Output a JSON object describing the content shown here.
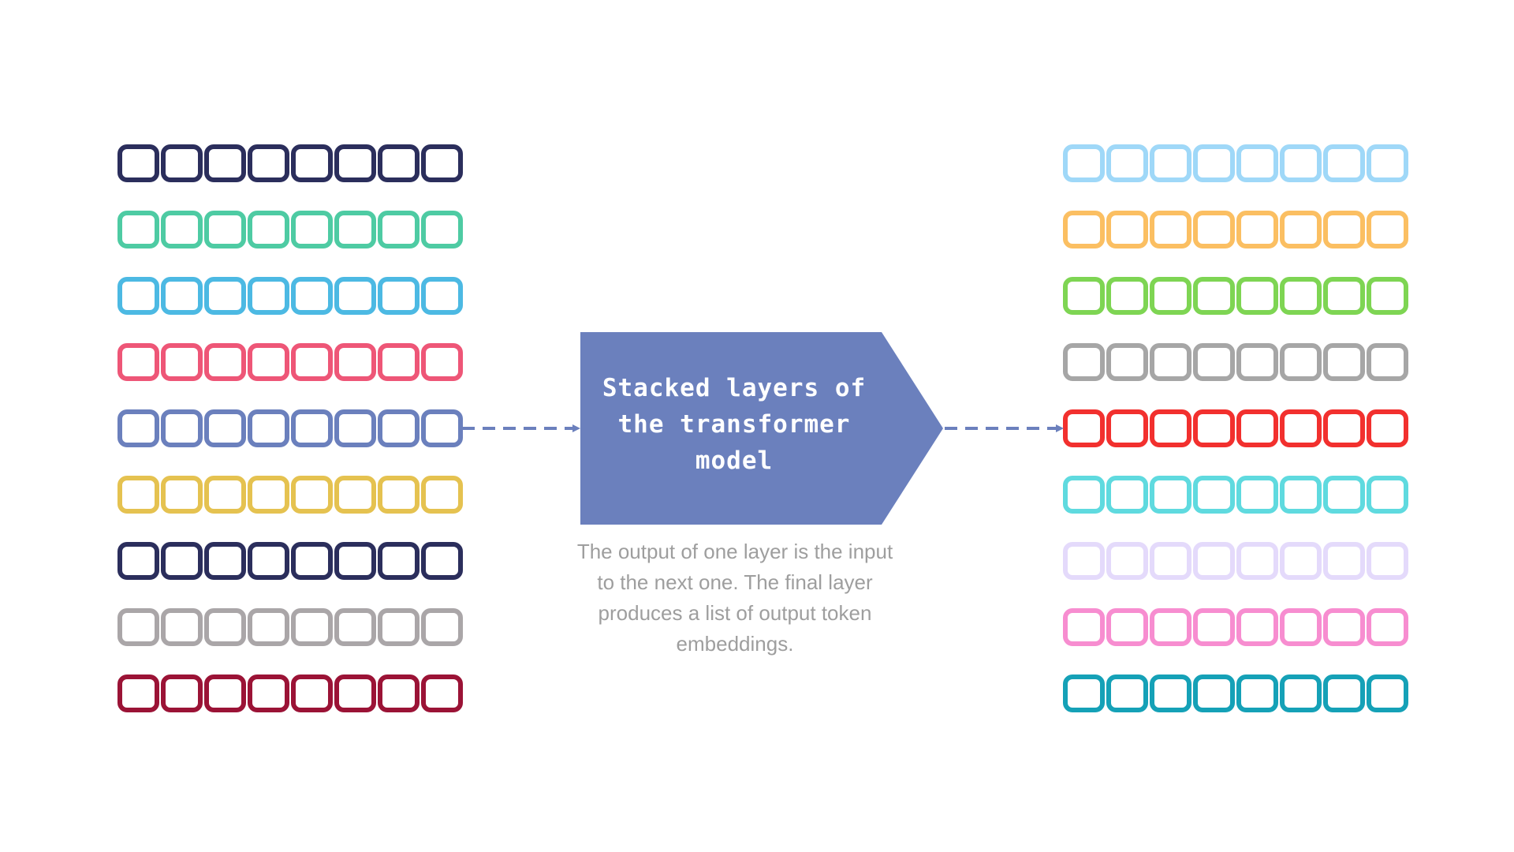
{
  "diagram": {
    "title": "Stacked layers of the transformer model",
    "caption": "The output of one layer is the input to the next one. The final layer produces a list of output token embeddings.",
    "cells_per_row": 8,
    "input_embeddings": {
      "colors": [
        "#2b2e5c",
        "#4ecba3",
        "#4cb9e3",
        "#ee5677",
        "#6b80bd",
        "#e5c250",
        "#2b2e5c",
        "#aaa6a8",
        "#9b1336"
      ]
    },
    "output_embeddings": {
      "colors": [
        "#9fd8f8",
        "#fbbf62",
        "#7ed553",
        "#a6a6a6",
        "#f2302e",
        "#5fdadf",
        "#e4dafb",
        "#f78dd0",
        "#15a1b7"
      ]
    },
    "transformer_block_color": "#6b80bd",
    "arrow_color": "#6b80bd"
  }
}
